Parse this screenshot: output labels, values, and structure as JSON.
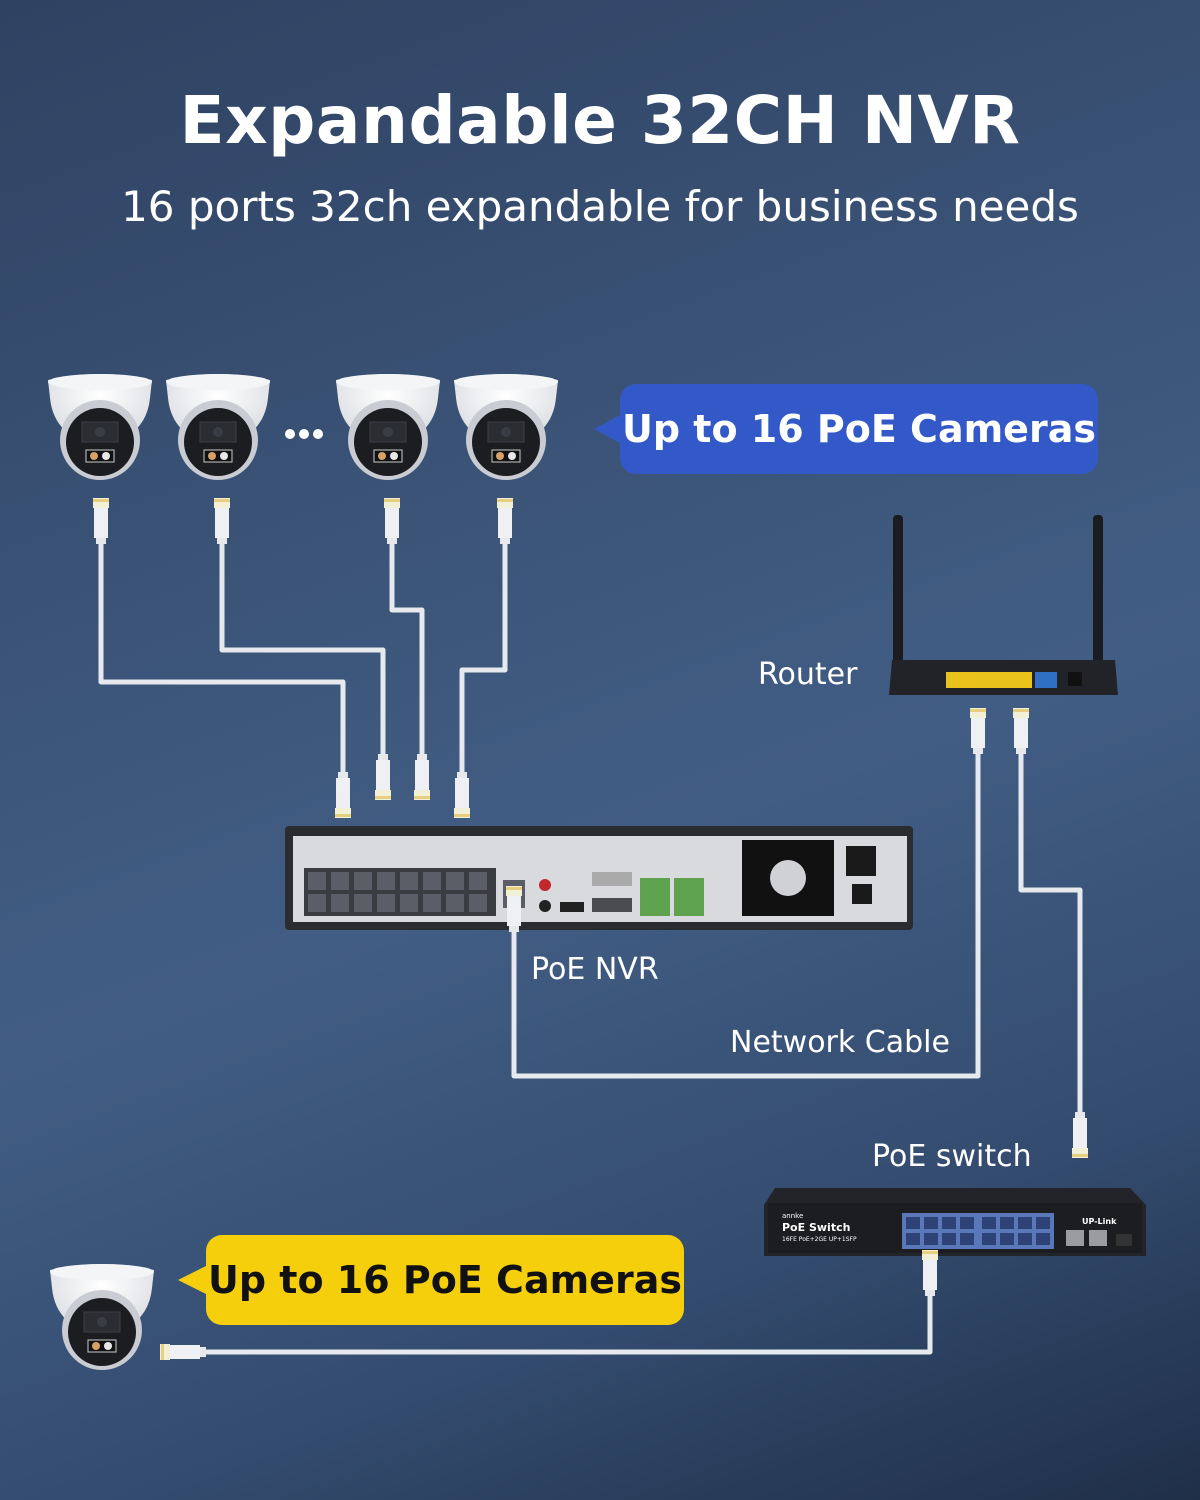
{
  "header": {
    "title": "Expandable 32CH NVR",
    "subtitle": "16 ports 32ch expandable for business needs"
  },
  "callouts": {
    "top_cameras": "Up to 16 PoE Cameras",
    "bottom_cameras": "Up to 16 PoE Cameras"
  },
  "labels": {
    "router": "Router",
    "nvr": "PoE NVR",
    "network_cable": "Network Cable",
    "poe_switch": "PoE switch",
    "ellipsis": "..."
  },
  "switch_panel": {
    "brand": "annke",
    "name": "PoE Switch",
    "spec": "16FE PoE+2GE UP+1SFP",
    "uplink": "UP-Link"
  },
  "colors": {
    "background": "#3b5478",
    "blue_callout": "#3359c9",
    "yellow_callout": "#f5cf0c",
    "cable": "#e6e9ee",
    "router_lan_ports": "#e9c21c",
    "router_wan_port": "#2f6fc4",
    "switch_ports": "#5a78b8"
  },
  "icons": [
    "dome-camera-icon",
    "rj45-connector-icon",
    "router-icon",
    "nvr-icon",
    "poe-switch-icon"
  ]
}
